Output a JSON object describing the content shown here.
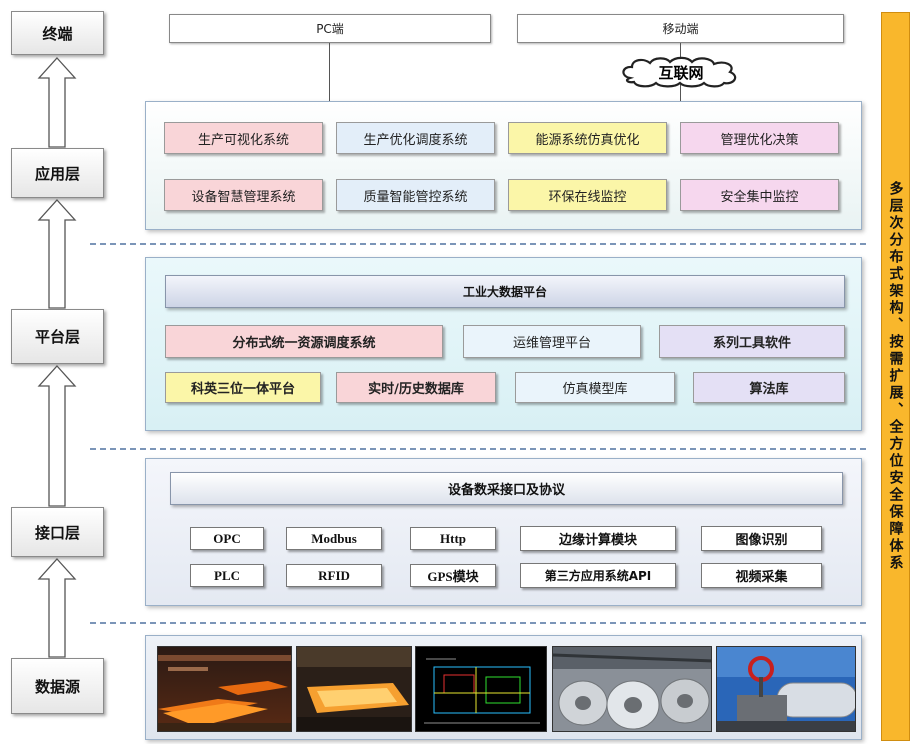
{
  "layers": {
    "terminal": "终端",
    "application": "应用层",
    "platform": "平台层",
    "interface": "接口层",
    "datasource": "数据源"
  },
  "terminals": {
    "pc": "PC端",
    "mobile": "移动端",
    "internet": "互联网"
  },
  "application": {
    "row1": [
      "生产可视化系统",
      "生产优化调度系统",
      "能源系统仿真优化",
      "管理优化决策"
    ],
    "row2": [
      "设备智慧管理系统",
      "质量智能管控系统",
      "环保在线监控",
      "安全集中监控"
    ]
  },
  "platform": {
    "title": "工业大数据平台",
    "row1": [
      "分布式统一资源调度系统",
      "运维管理平台",
      "系列工具软件"
    ],
    "row2": [
      "科英三位一体平台",
      "实时/历史数据库",
      "仿真模型库",
      "算法库"
    ]
  },
  "interface": {
    "title": "设备数采接口及协议",
    "row1": [
      "OPC",
      "Modbus",
      "Http",
      "边缘计算模块",
      "图像识别"
    ],
    "row2": [
      "PLC",
      "RFID",
      "GPS模块",
      "第三方应用系统API",
      "视频采集"
    ]
  },
  "sidebar": {
    "text": "多层次分布式架构、按需扩展、全方位安全保障体系"
  },
  "colors": {
    "pink": "#f9d5d8",
    "blue_light": "#e3eef9",
    "yellow": "#fbf6a8",
    "magenta_light": "#f6d7ee",
    "lavender": "#e4e0f5",
    "side_orange": "#f9b72c"
  }
}
